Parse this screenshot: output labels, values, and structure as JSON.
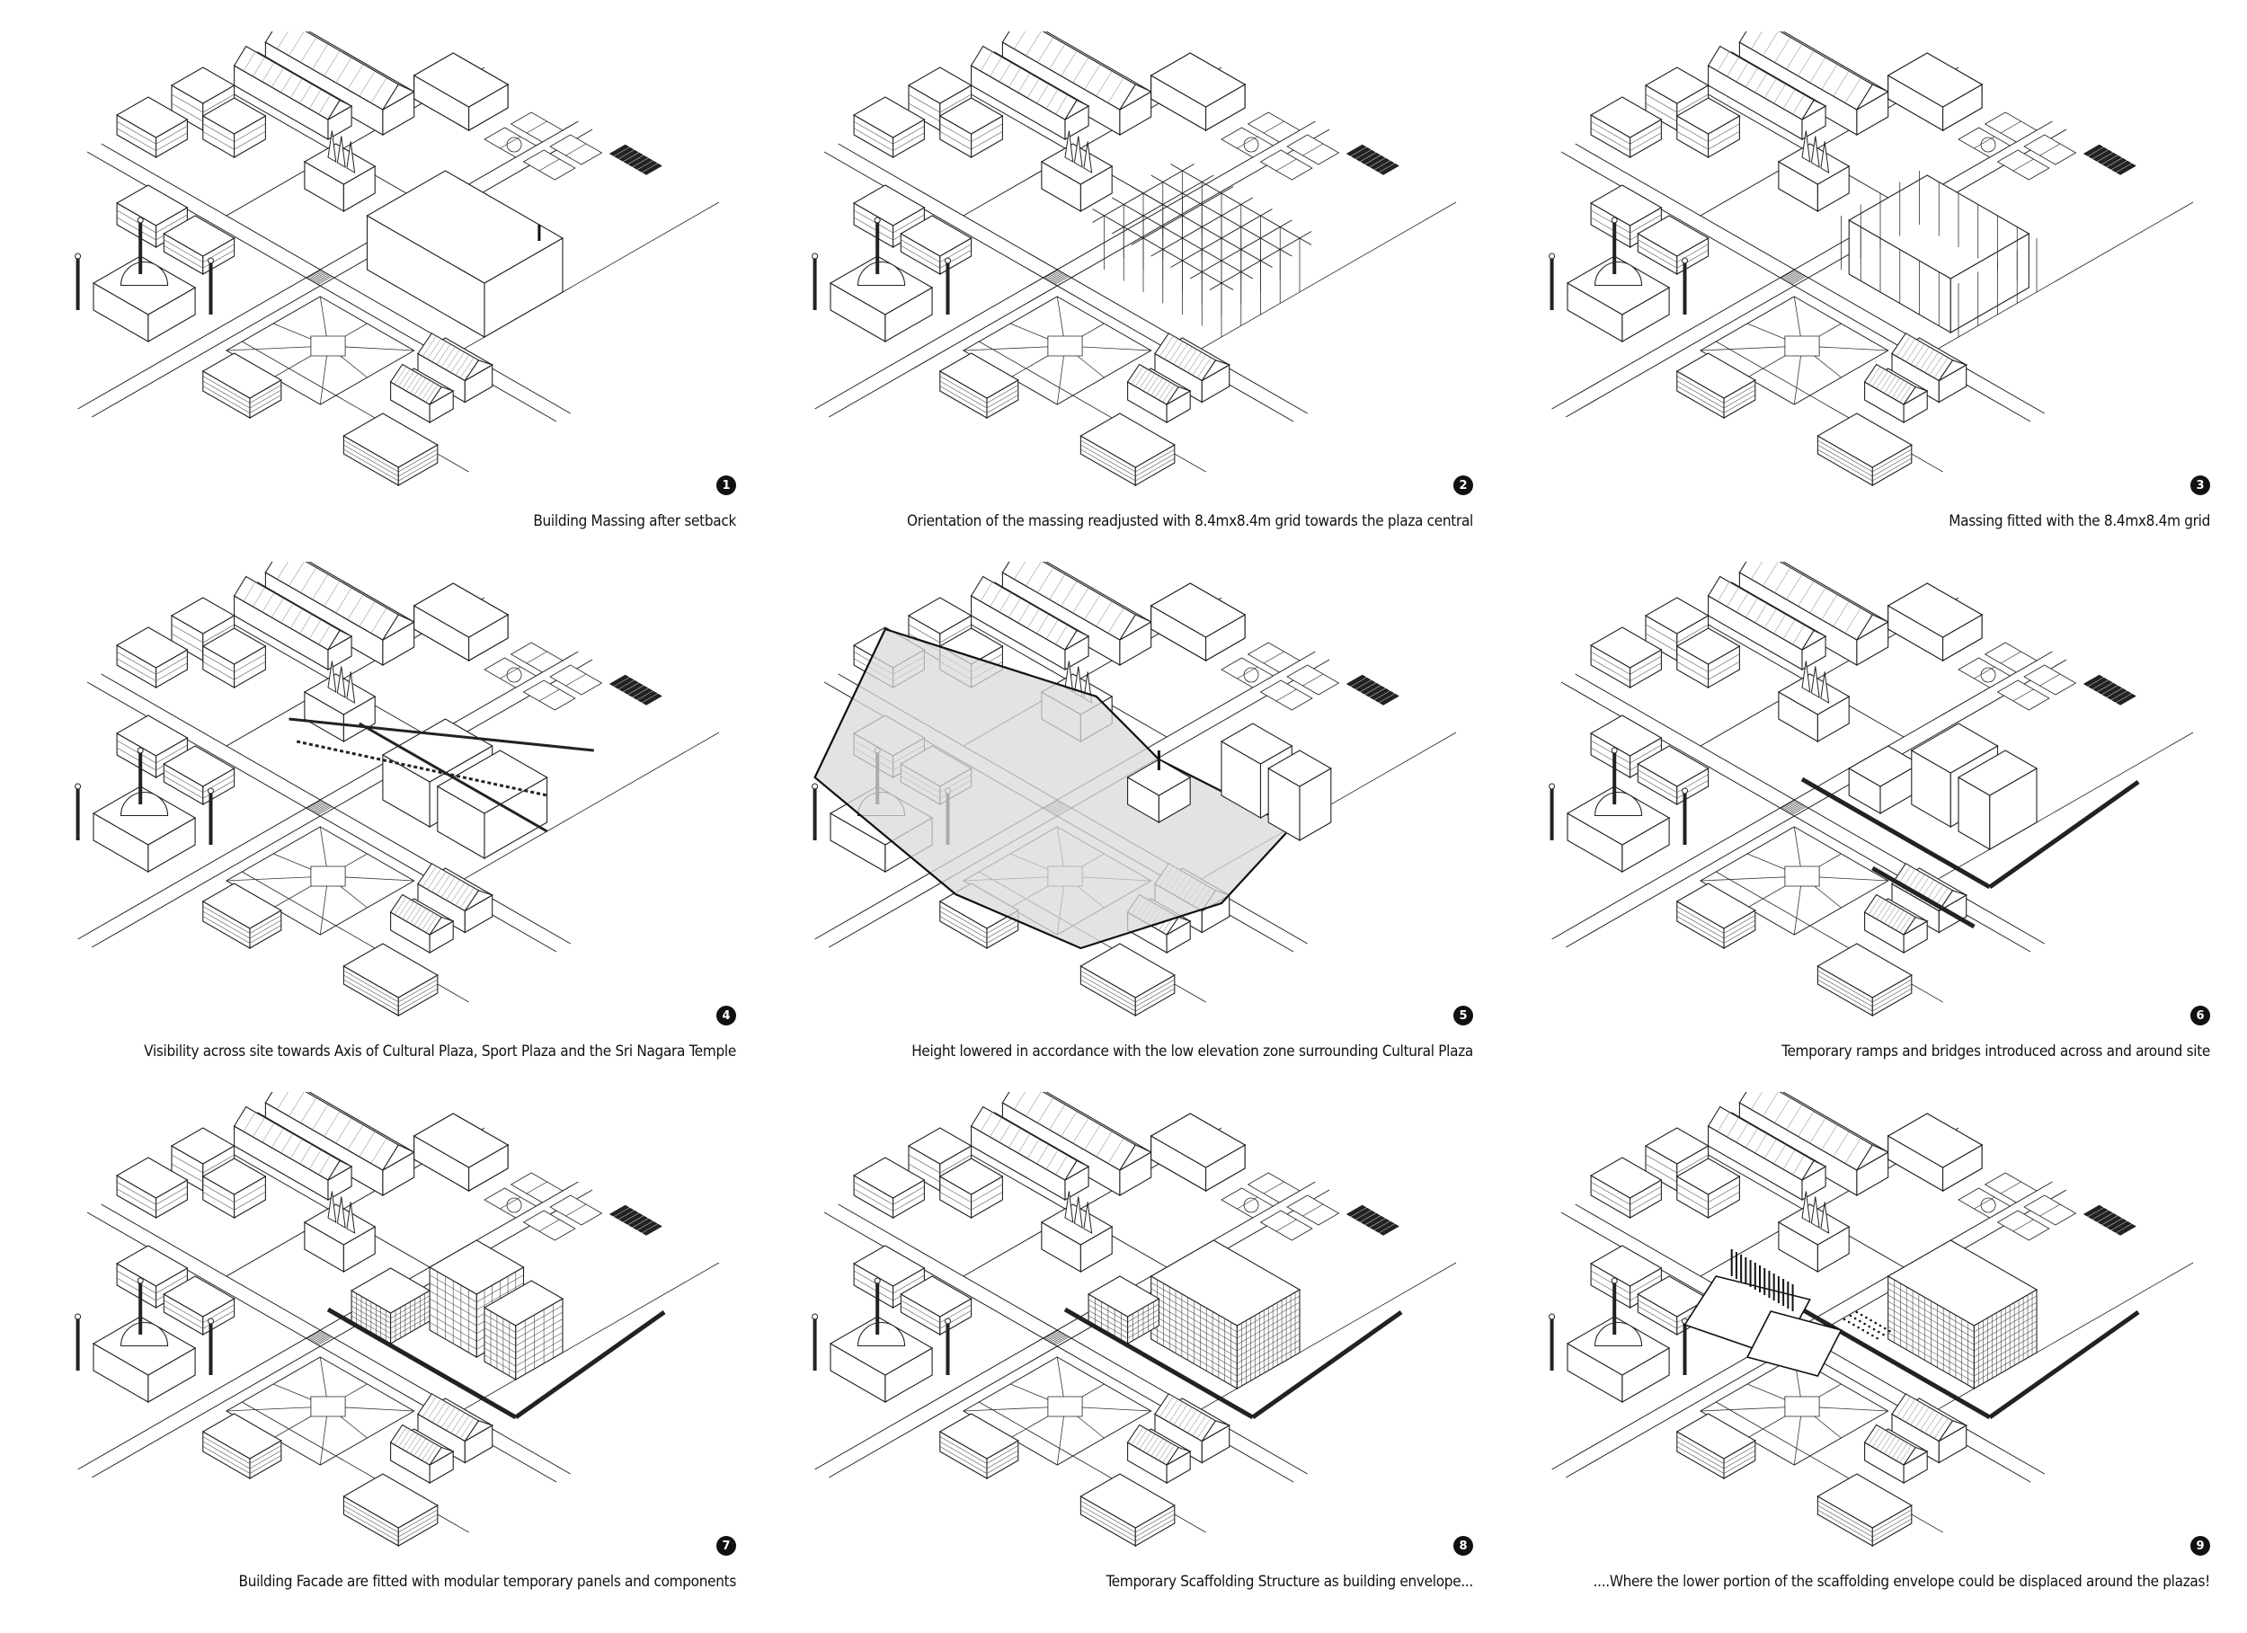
{
  "panels": [
    {
      "number": "1",
      "caption": "Building Massing after setback"
    },
    {
      "number": "2",
      "caption": "Orientation of the massing readjusted with 8.4mx8.4m grid towards the plaza central"
    },
    {
      "number": "3",
      "caption": "Massing fitted with the 8.4mx8.4m grid"
    },
    {
      "number": "4",
      "caption": "Visibility across site towards Axis of Cultural Plaza, Sport Plaza and the Sri Nagara Temple"
    },
    {
      "number": "5",
      "caption": "Height lowered in accordance with the low elevation zone surrounding Cultural Plaza"
    },
    {
      "number": "6",
      "caption": "Temporary ramps and bridges introduced across and around site"
    },
    {
      "number": "7",
      "caption": "Building Facade are fitted with modular temporary panels and components"
    },
    {
      "number": "8",
      "caption": "Temporary Scaffolding Structure as building envelope..."
    },
    {
      "number": "9",
      "caption": "....Where the lower portion of the scaffolding envelope could be displaced around the plazas!"
    }
  ]
}
